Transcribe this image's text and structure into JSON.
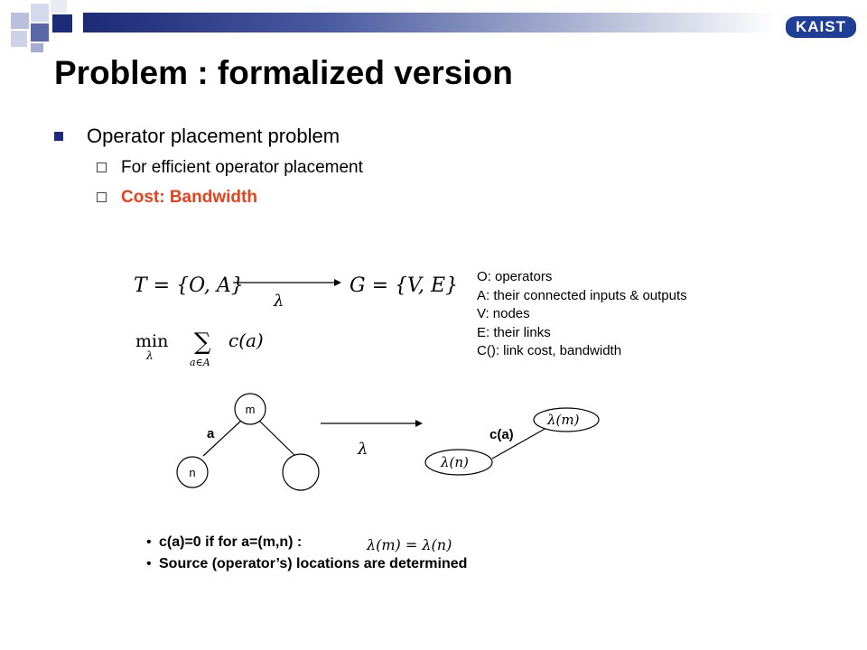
{
  "slide": {
    "title": "Problem : formalized version",
    "logo_text": "KAIST",
    "bullet1": "Operator placement problem",
    "sub1": "For efficient operator placement",
    "sub2": "Cost: Bandwidth"
  },
  "formulas": {
    "T": "T = {O, A}",
    "G": "G = {V, E}",
    "lambda": "λ",
    "min": "min",
    "min_sub": "λ",
    "sum_expr": "c(a)",
    "sum_sub": "a∈A"
  },
  "definitions": [
    "O: operators",
    "A: their connected inputs & outputs",
    "V: nodes",
    "E: their links",
    "C(): link cost, bandwidth"
  ],
  "diagram": {
    "node_m": "m",
    "node_n": "n",
    "edge_a": "a",
    "lambda": "λ",
    "cost_label": "c(a)",
    "lam_m": "λ(m)",
    "lam_n": "λ(n)"
  },
  "notes": {
    "note1": "c(a)=0 if for a=(m,n) :",
    "note1_math": "λ(m) = λ(n)",
    "note2": "Source (operator’s) locations are determined"
  },
  "colors": {
    "accent_blue": "#1c2a78",
    "highlight_orange": "#e8421c",
    "logo_blue": "#1f3f96"
  }
}
